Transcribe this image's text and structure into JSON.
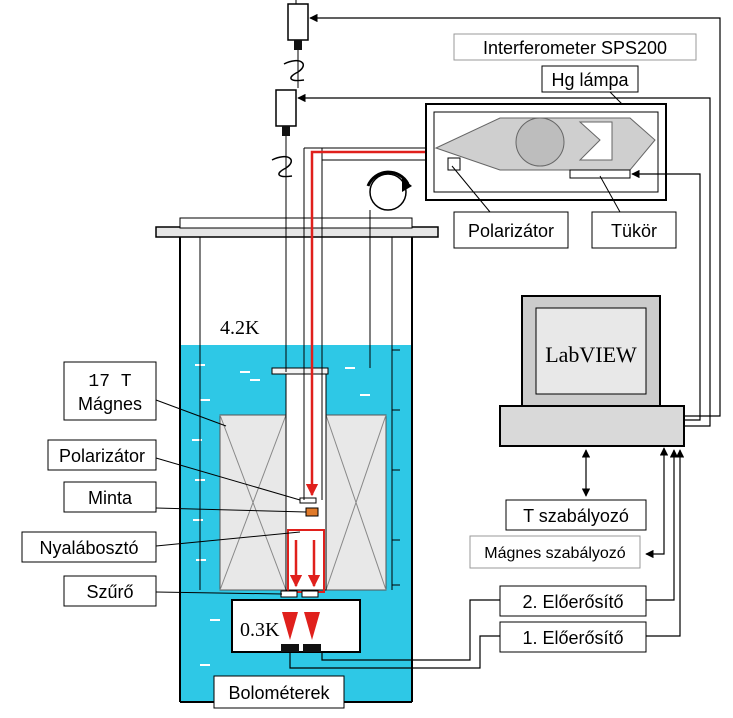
{
  "labels": {
    "interferometer": "Interferometer SPS200",
    "hg_lamp": "Hg lámpa",
    "polarizer_top": "Polarizátor",
    "mirror": "Tükör",
    "labview": "LabVIEW",
    "temp_42": "4.2K",
    "magnet_line1": "17 T",
    "magnet_line2": "Mágnes",
    "polarizer_side": "Polarizátor",
    "sample": "Minta",
    "beam_splitter": "Nyalábosztó",
    "filter": "Szűrő",
    "temp_03": "0.3K",
    "bolometers": "Bolométerek",
    "t_controller": "T szabályozó",
    "magnet_controller": "Mágnes szabályozó",
    "preamp2": "2.  Előerősítő",
    "preamp1": "1.  Előerősítő"
  },
  "colors": {
    "helium": "#2ec8e6",
    "beam": "#e0201c",
    "lines": "#000000",
    "box_gray": "#d9d9d9",
    "screen": "#e8e8e8"
  }
}
